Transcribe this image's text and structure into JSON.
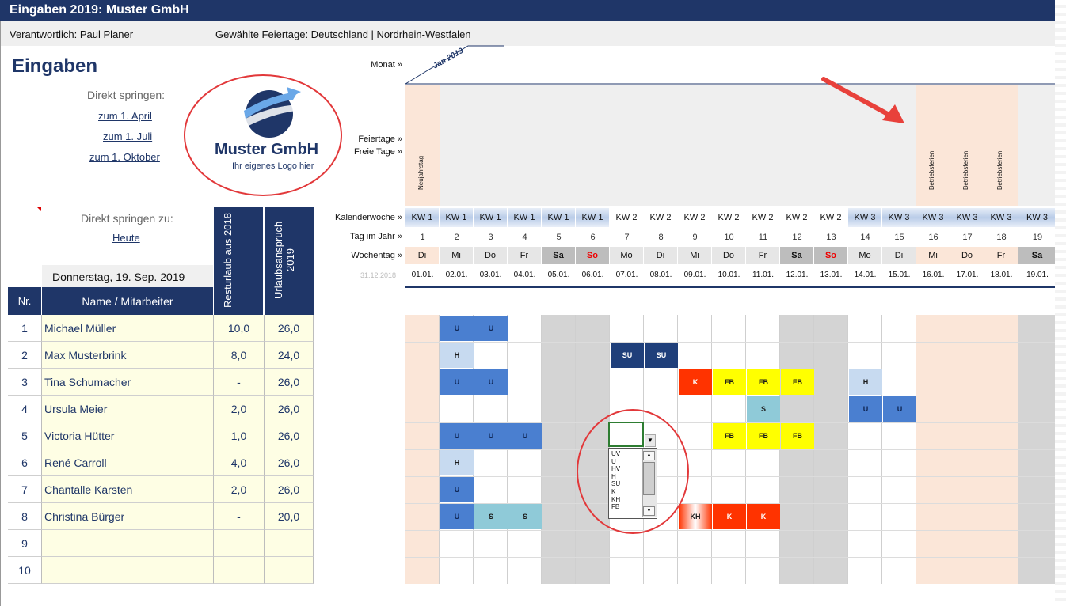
{
  "window": {
    "title": "Eingaben 2019: Muster GmbH"
  },
  "info": {
    "responsible": "Verantwortlich: Paul Planer",
    "holidays": "Gewählte Feiertage: Deutschland | Nordrhein-Westfalen"
  },
  "page": {
    "heading": "Eingaben",
    "jump_label": "Direkt springen:",
    "jump_links": [
      "zum 1. April",
      "zum 1. Juli",
      "zum 1. Oktober"
    ],
    "jump_to_label": "Direkt springen zu:",
    "today_link": "Heute",
    "current_date": "Donnerstag, 19. Sep. 2019"
  },
  "logo": {
    "company": "Muster GmbH",
    "tagline": "Ihr eigenes Logo hier"
  },
  "row_labels": {
    "month": "Monat »",
    "holidays": "Feiertage »",
    "free_days": "Freie Tage »",
    "calendar_week": "Kalenderwoche »",
    "day_of_year": "Tag im Jahr »",
    "weekday": "Wochentag »"
  },
  "month_label": "Jan 2019",
  "prev_date": "31.12.2018",
  "table_headers": {
    "nr": "Nr.",
    "name": "Name / Mitarbeiter",
    "rest": "Resturlaub aus 2018",
    "entitlement": "Urlaubsanspruch 2019"
  },
  "employees": [
    {
      "nr": "1",
      "name": "Michael Müller",
      "rest": "10,0",
      "ent": "26,0"
    },
    {
      "nr": "2",
      "name": "Max Musterbrink",
      "rest": "8,0",
      "ent": "24,0"
    },
    {
      "nr": "3",
      "name": "Tina Schumacher",
      "rest": "-",
      "ent": "26,0"
    },
    {
      "nr": "4",
      "name": "Ursula Meier",
      "rest": "2,0",
      "ent": "26,0"
    },
    {
      "nr": "5",
      "name": "Victoria Hütter",
      "rest": "1,0",
      "ent": "26,0"
    },
    {
      "nr": "6",
      "name": "René Carroll",
      "rest": "4,0",
      "ent": "26,0"
    },
    {
      "nr": "7",
      "name": "Chantalle Karsten",
      "rest": "2,0",
      "ent": "26,0"
    },
    {
      "nr": "8",
      "name": "Christina Bürger",
      "rest": "-",
      "ent": "20,0"
    },
    {
      "nr": "9",
      "name": "",
      "rest": "",
      "ent": ""
    },
    {
      "nr": "10",
      "name": "",
      "rest": "",
      "ent": ""
    }
  ],
  "days": [
    {
      "kw": "KW 1",
      "n": "1",
      "wd": "Di",
      "date": "01.01.",
      "type": "holiday",
      "label": "Neujahrstag"
    },
    {
      "kw": "KW 1",
      "n": "2",
      "wd": "Mi",
      "date": "02.01.",
      "type": "work",
      "label": ""
    },
    {
      "kw": "KW 1",
      "n": "3",
      "wd": "Do",
      "date": "03.01.",
      "type": "work",
      "label": ""
    },
    {
      "kw": "KW 1",
      "n": "4",
      "wd": "Fr",
      "date": "04.01.",
      "type": "work",
      "label": ""
    },
    {
      "kw": "KW 1",
      "n": "5",
      "wd": "Sa",
      "date": "05.01.",
      "type": "sat",
      "label": ""
    },
    {
      "kw": "KW 1",
      "n": "6",
      "wd": "So",
      "date": "06.01.",
      "type": "sun",
      "label": ""
    },
    {
      "kw": "KW 2",
      "n": "7",
      "wd": "Mo",
      "date": "07.01.",
      "type": "work",
      "label": ""
    },
    {
      "kw": "KW 2",
      "n": "8",
      "wd": "Di",
      "date": "08.01.",
      "type": "work",
      "label": ""
    },
    {
      "kw": "KW 2",
      "n": "9",
      "wd": "Mi",
      "date": "09.01.",
      "type": "work",
      "label": ""
    },
    {
      "kw": "KW 2",
      "n": "10",
      "wd": "Do",
      "date": "10.01.",
      "type": "work",
      "label": ""
    },
    {
      "kw": "KW 2",
      "n": "11",
      "wd": "Fr",
      "date": "11.01.",
      "type": "work",
      "label": ""
    },
    {
      "kw": "KW 2",
      "n": "12",
      "wd": "Sa",
      "date": "12.01.",
      "type": "sat",
      "label": ""
    },
    {
      "kw": "KW 2",
      "n": "13",
      "wd": "So",
      "date": "13.01.",
      "type": "sun",
      "label": ""
    },
    {
      "kw": "KW 3",
      "n": "14",
      "wd": "Mo",
      "date": "14.01.",
      "type": "work",
      "label": ""
    },
    {
      "kw": "KW 3",
      "n": "15",
      "wd": "Di",
      "date": "15.01.",
      "type": "work",
      "label": ""
    },
    {
      "kw": "KW 3",
      "n": "16",
      "wd": "Mi",
      "date": "16.01.",
      "type": "free",
      "label": "Betriebsferien"
    },
    {
      "kw": "KW 3",
      "n": "17",
      "wd": "Do",
      "date": "17.01.",
      "type": "free",
      "label": "Betriebsferien"
    },
    {
      "kw": "KW 3",
      "n": "18",
      "wd": "Fr",
      "date": "18.01.",
      "type": "free",
      "label": "Betriebsferien"
    },
    {
      "kw": "KW 3",
      "n": "19",
      "wd": "Sa",
      "date": "19.01.",
      "type": "sat",
      "label": ""
    }
  ],
  "entries": [
    {
      "row": 0,
      "day": 1,
      "code": "U"
    },
    {
      "row": 0,
      "day": 2,
      "code": "U"
    },
    {
      "row": 1,
      "day": 1,
      "code": "H"
    },
    {
      "row": 1,
      "day": 6,
      "code": "SU"
    },
    {
      "row": 1,
      "day": 7,
      "code": "SU"
    },
    {
      "row": 2,
      "day": 1,
      "code": "U"
    },
    {
      "row": 2,
      "day": 2,
      "code": "U"
    },
    {
      "row": 2,
      "day": 8,
      "code": "K"
    },
    {
      "row": 2,
      "day": 9,
      "code": "FB"
    },
    {
      "row": 2,
      "day": 10,
      "code": "FB"
    },
    {
      "row": 2,
      "day": 11,
      "code": "FB"
    },
    {
      "row": 2,
      "day": 13,
      "code": "H"
    },
    {
      "row": 3,
      "day": 10,
      "code": "S"
    },
    {
      "row": 3,
      "day": 13,
      "code": "U"
    },
    {
      "row": 3,
      "day": 14,
      "code": "U"
    },
    {
      "row": 4,
      "day": 1,
      "code": "U"
    },
    {
      "row": 4,
      "day": 2,
      "code": "U"
    },
    {
      "row": 4,
      "day": 3,
      "code": "U"
    },
    {
      "row": 4,
      "day": 9,
      "code": "FB"
    },
    {
      "row": 4,
      "day": 10,
      "code": "FB"
    },
    {
      "row": 4,
      "day": 11,
      "code": "FB"
    },
    {
      "row": 5,
      "day": 1,
      "code": "H"
    },
    {
      "row": 6,
      "day": 1,
      "code": "U"
    },
    {
      "row": 7,
      "day": 1,
      "code": "U"
    },
    {
      "row": 7,
      "day": 2,
      "code": "S"
    },
    {
      "row": 7,
      "day": 3,
      "code": "S"
    },
    {
      "row": 7,
      "day": 8,
      "code": "KH"
    },
    {
      "row": 7,
      "day": 9,
      "code": "K"
    },
    {
      "row": 7,
      "day": 10,
      "code": "K"
    }
  ],
  "code_colors": {
    "U": "#4a7fd0",
    "H": "#c7daf0",
    "SU": "#1f3f7a",
    "K": "#ff3300",
    "FB": "#ffff00",
    "S": "#8fcad8",
    "KH": "#ff3300"
  },
  "dropdown": {
    "options": [
      "UV",
      "U",
      "HV",
      "H",
      "SU",
      "K",
      "KH",
      "FB"
    ]
  }
}
